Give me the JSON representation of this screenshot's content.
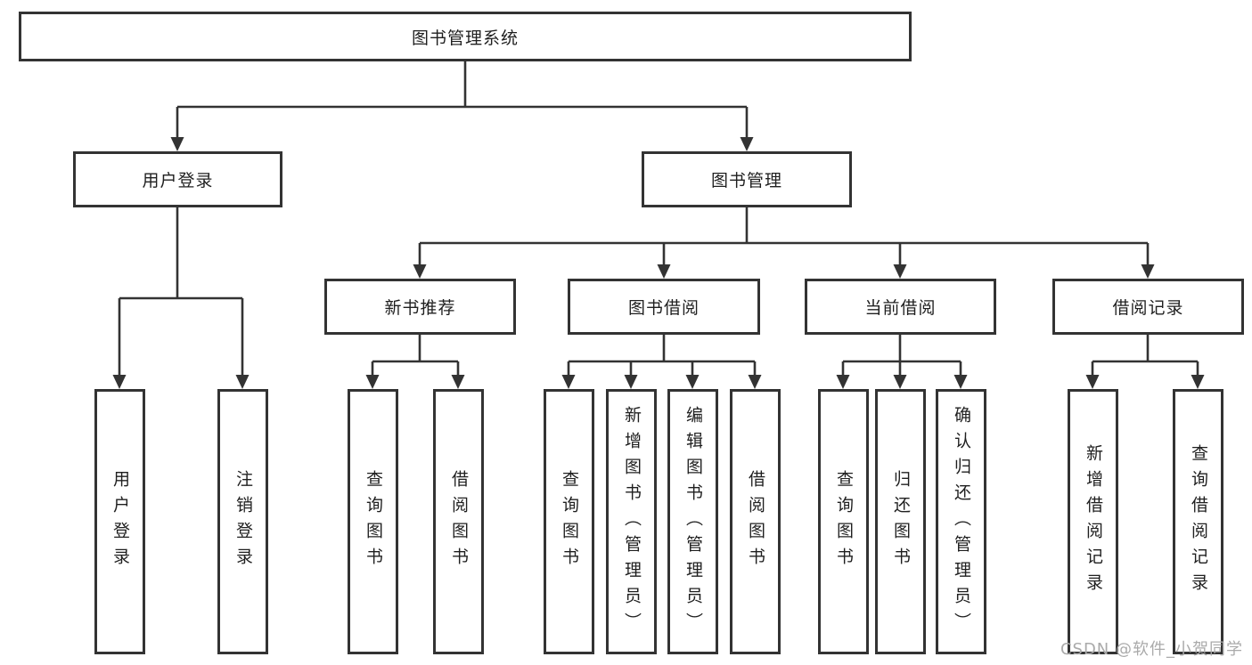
{
  "tree": {
    "root": {
      "label": "图书管理系统"
    },
    "branches": [
      {
        "label": "用户登录",
        "children": [
          {
            "label": "用户登录"
          },
          {
            "label": "注销登录"
          }
        ]
      },
      {
        "label": "图书管理",
        "children": [
          {
            "label": "新书推荐",
            "children": [
              {
                "label": "查询图书"
              },
              {
                "label": "借阅图书"
              }
            ]
          },
          {
            "label": "图书借阅",
            "children": [
              {
                "label": "查询图书"
              },
              {
                "label": "新增图书（管理员）"
              },
              {
                "label": "编辑图书（管理员）"
              },
              {
                "label": "借阅图书"
              }
            ]
          },
          {
            "label": "当前借阅",
            "children": [
              {
                "label": "查询图书"
              },
              {
                "label": "归还图书"
              },
              {
                "label": "确认归还（管理员）"
              }
            ]
          },
          {
            "label": "借阅记录",
            "children": [
              {
                "label": "新增借阅记录"
              },
              {
                "label": "查询借阅记录"
              }
            ]
          }
        ]
      }
    ]
  },
  "watermark": "CSDN @软件_小贺同学",
  "colors": {
    "line": "#333333",
    "box_border": "#333333",
    "text": "#1f1f1f",
    "watermark": "#aaaaaa",
    "background": "#ffffff"
  }
}
